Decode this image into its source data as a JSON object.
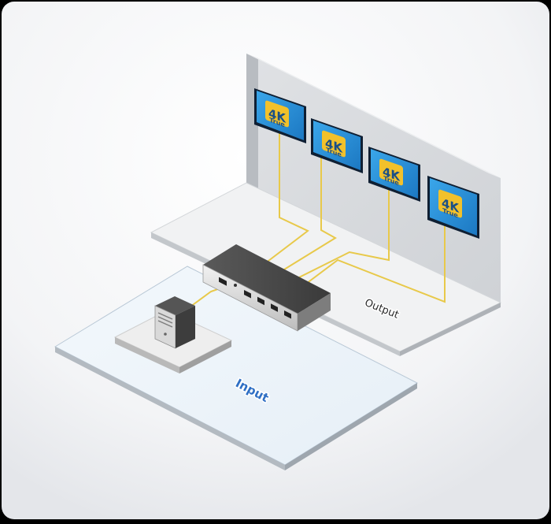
{
  "labels": {
    "input": "Input",
    "output": "Output"
  },
  "monitor": {
    "badge_main": "4K",
    "badge_sub": "True"
  },
  "colors": {
    "cable": "#e8c94a",
    "screen": "#2a93d8",
    "badge": "#f2c12b",
    "label": "#2f6fc4",
    "device": "#4a4a4a"
  }
}
